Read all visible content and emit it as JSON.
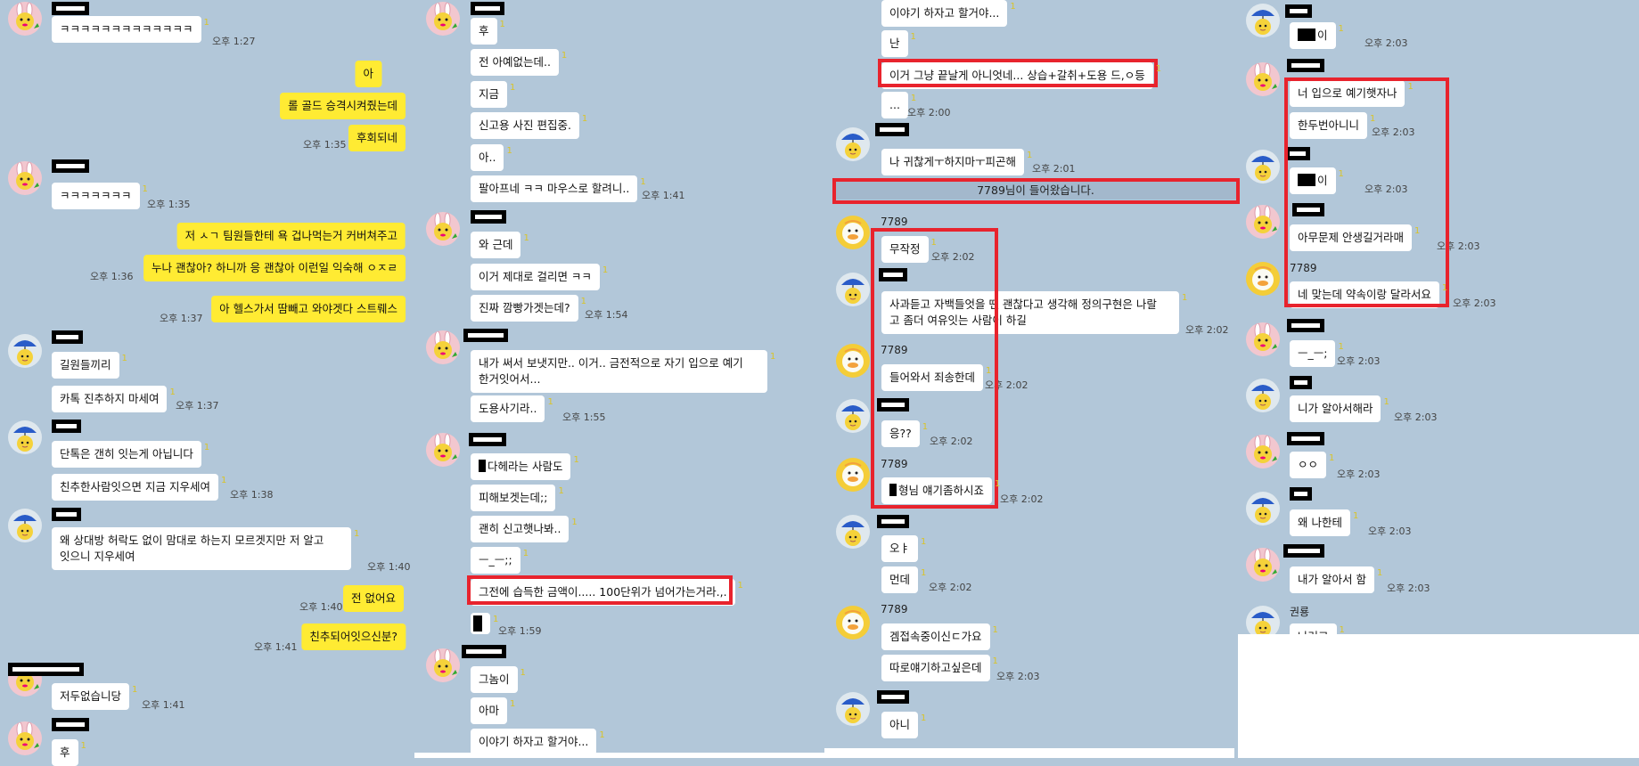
{
  "colors": {
    "background": "#b2c7d9",
    "bubble_in": "#ffffff",
    "bubble_out": "#ffeb33",
    "highlight": "#e8232d"
  },
  "col1": {
    "m1": {
      "text": "ㅋㅋㅋㅋㅋㅋㅋㅋㅋㅋㅋㅋㅋ",
      "time": "오후 1:27"
    },
    "y1": {
      "text": "아"
    },
    "y2": {
      "text": "롤 골드 승격시켜줬는데"
    },
    "y3": {
      "text": "후회되네",
      "time": "오후 1:35"
    },
    "m2": {
      "text": "ㅋㅋㅋㅋㅋㅋㅋ",
      "time": "오후 1:35"
    },
    "y4": {
      "text": "저 ㅅㄱ 팀원들한테 욕 겁나먹는거 커버쳐주고"
    },
    "y5": {
      "text": "누나 괜찮아? 하니까 응 괜찮아 이런일 익숙해 ㅇㅈㄹ",
      "time": "오후 1:36"
    },
    "y6": {
      "text": "아 헬스가서 땀빼고 와야겟다 스트뤠스",
      "time": "오후 1:37"
    },
    "m3": {
      "text": "길원들끼리"
    },
    "m4": {
      "text": "카톡 진추하지 마세여",
      "time": "오후 1:37"
    },
    "m5": {
      "text": "단톡은 갠히 잇는게 아닙니다"
    },
    "m6": {
      "text": "친추한사람잇으면 지금 지우세여",
      "time": "오후 1:38"
    },
    "m7": {
      "text": "왜 상대방 허락도 없이 맘대로 하는지 모르겟지만 저 알고\n잇으니 지우세여",
      "time": "오후 1:40"
    },
    "y7": {
      "text": "전 없어요",
      "time": "오후 1:40"
    },
    "y8": {
      "text": "친추되어잇으신분?",
      "time": "오후 1:41"
    },
    "m8": {
      "text": "저두없습니당",
      "time": "오후 1:41"
    },
    "m9": {
      "text": "후"
    }
  },
  "col2": {
    "m1": {
      "text": "후"
    },
    "m2": {
      "text": "전 아예없는데.."
    },
    "m3": {
      "text": "지금"
    },
    "m4": {
      "text": "신고용 사진 편집중."
    },
    "m5": {
      "text": "아.."
    },
    "m6": {
      "text": "팔아프네 ㅋㅋ 마우스로 할려니..",
      "time": "오후 1:41"
    },
    "m7": {
      "text": "와 근데"
    },
    "m8": {
      "text": "이거 제대로 걸리면 ㅋㅋ"
    },
    "m9": {
      "text": "진짜 깜빵가겟는데?",
      "time": "오후 1:54"
    },
    "m10": {
      "text": "내가 써서 보냇지만.. 이거.. 금전적으로 자기 입으로 예기\n한거잇어서..."
    },
    "m11": {
      "text": "도용사기라..",
      "time": "오후 1:55"
    },
    "m12": {
      "text": "다헤라는 사람도"
    },
    "m13": {
      "text": "피해보겟는데;;"
    },
    "m14": {
      "text": "괜히 신고햇나봐.."
    },
    "m15": {
      "text": "ㅡ_ㅡ;;"
    },
    "m16": {
      "text": "그전에 습득한 금액이..... 100단위가 넘어가는거라.,."
    },
    "m17": {
      "time": "오후 1:59"
    },
    "m18": {
      "text": "그놈이"
    },
    "m19": {
      "text": "아마"
    },
    "m20": {
      "text": "이야기 하자고 할거야..."
    }
  },
  "col3": {
    "m1": {
      "text": "이야기 하자고 할거야..."
    },
    "m2": {
      "text": "난"
    },
    "m3": {
      "text": "이거 그냥 끝날게 아니엇네... 상습+갈취+도용 드,ㅇ등"
    },
    "m4": {
      "text": "...",
      "time": "오후 2:00"
    },
    "m5": {
      "text": "나 귀찮게ㅜ하지마ㅜ피곤해",
      "time": "오후 2:01"
    },
    "sys": {
      "text": "7789님이 들어왔습니다."
    },
    "name_7789": "7789",
    "m6": {
      "text": "무작정",
      "time": "오후 2:02"
    },
    "m7": {
      "text": "사과듣고 자백들엇을 땐 괜찮다고 생각해 정의구현은 나랄\n고 좀더 여유잇는 사람이 하길",
      "time": "오후 2:02"
    },
    "m8": {
      "text": "들어와서 죄송한데",
      "time": "오후 2:02"
    },
    "m9": {
      "text": "응??",
      "time": "오후 2:02"
    },
    "m10": {
      "text": "형님 얘기좀하시죠",
      "time": "오후 2:02"
    },
    "m11": {
      "text": "오ㅑ"
    },
    "m12": {
      "text": "먼데",
      "time": "오후 2:02"
    },
    "m13": {
      "text": "겜접속중이신ㄷ가요"
    },
    "m14": {
      "text": "따로얘기하고싶은데",
      "time": "오후 2:03"
    },
    "m15": {
      "text": "아니"
    }
  },
  "col4": {
    "m1": {
      "text": "이",
      "time": "오후 2:03"
    },
    "m2": {
      "text": "너 입으로 예기햇자나"
    },
    "m3": {
      "text": "한두번아니니",
      "time": "오후 2:03"
    },
    "m4": {
      "text": "이",
      "time": "오후 2:03"
    },
    "m5": {
      "text": "아무문제 안생길거라매",
      "time": "오후 2:03"
    },
    "m6": {
      "text": "네 맞는데 약속이랑 달라서요",
      "time": "오후 2:03"
    },
    "m7": {
      "text": "ㅡ_ㅡ;",
      "time": "오후 2:03"
    },
    "m8": {
      "text": "니가 알아서해라",
      "time": "오후 2:03"
    },
    "m9": {
      "text": "ㅇㅇ",
      "time": "오후 2:03"
    },
    "m10": {
      "text": "왜 나한테",
      "time": "오후 2:03"
    },
    "m11": {
      "text": "내가 알아서 함",
      "time": "오후 2:03"
    },
    "name_kwon": "권룡",
    "m12": {
      "text": "나러고"
    }
  }
}
